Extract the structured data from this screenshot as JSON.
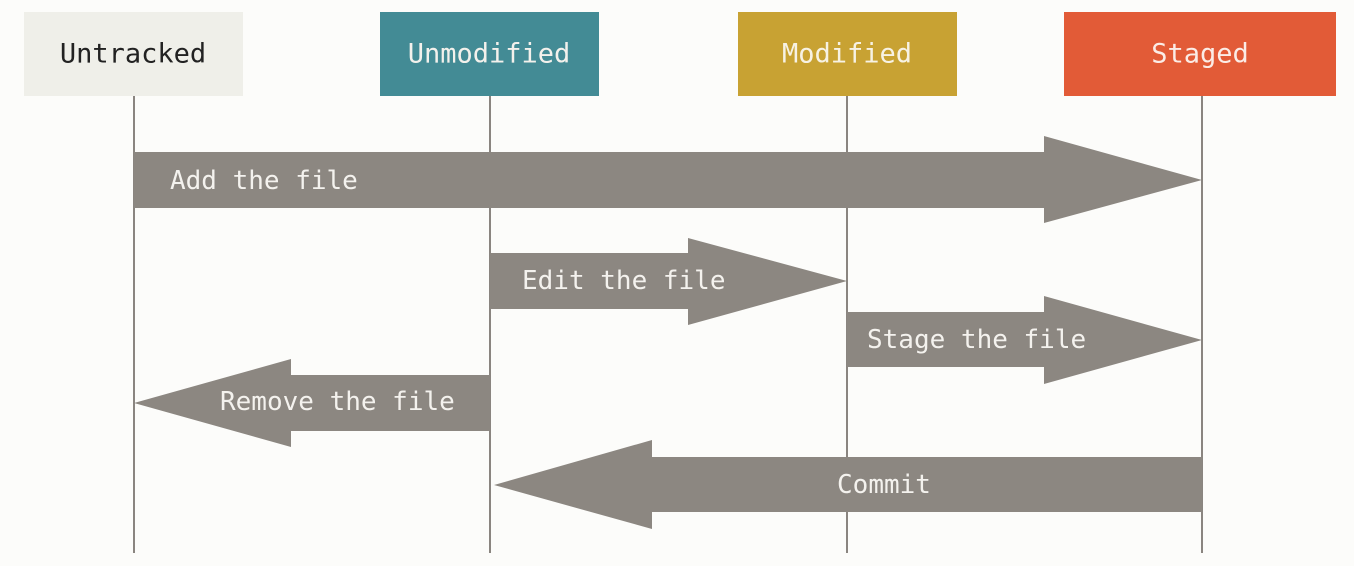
{
  "states": [
    {
      "id": "untracked",
      "label": "Untracked",
      "fill": "#efefe9",
      "text_color": "#222222"
    },
    {
      "id": "unmodified",
      "label": "Unmodified",
      "fill": "#438b95",
      "text_color": "#f3f1ec"
    },
    {
      "id": "modified",
      "label": "Modified",
      "fill": "#c8a233",
      "text_color": "#f7f2e4"
    },
    {
      "id": "staged",
      "label": "Staged",
      "fill": "#e25b37",
      "text_color": "#fbece6"
    }
  ],
  "transitions": [
    {
      "id": "add",
      "label": "Add the file",
      "from": "untracked",
      "to": "staged"
    },
    {
      "id": "edit",
      "label": "Edit the file",
      "from": "unmodified",
      "to": "modified"
    },
    {
      "id": "stage",
      "label": "Stage the file",
      "from": "modified",
      "to": "staged"
    },
    {
      "id": "remove",
      "label": "Remove the file",
      "from": "unmodified",
      "to": "untracked"
    },
    {
      "id": "commit",
      "label": "Commit",
      "from": "staged",
      "to": "unmodified"
    }
  ],
  "colors": {
    "background": "#fcfcfa",
    "arrow": "#8c8781",
    "lifeline": "#8a8580",
    "arrow_text": "#f4f2ee"
  }
}
